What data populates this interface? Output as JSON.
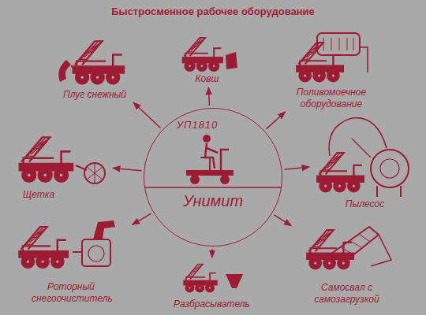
{
  "diagram": {
    "title": "Быстросменное рабочее оборудование",
    "nodes": [
      {
        "text": [
          "УП1810",
          "Унимит"
        ]
      },
      {
        "text": [
          "Плуг снежный"
        ]
      },
      {
        "text": [
          "Ковш"
        ]
      },
      {
        "text": [
          "Поливомоечное оборудование"
        ]
      },
      {
        "text": [
          "Щетка"
        ]
      },
      {
        "text": [
          "Пылесос"
        ]
      },
      {
        "text": [
          "Роторный снегоочиститель"
        ]
      },
      {
        "text": [
          "Разбрасыватель"
        ]
      },
      {
        "text": [
          "Самосвал с самозагрузкой"
        ]
      }
    ],
    "edges": [
      {
        "from": 0,
        "to": 1,
        "arrow": "to"
      },
      {
        "from": 0,
        "to": 2,
        "arrow": "to"
      },
      {
        "from": 0,
        "to": 3,
        "arrow": "to"
      },
      {
        "from": 0,
        "to": 4,
        "arrow": "to"
      },
      {
        "from": 0,
        "to": 5,
        "arrow": "to"
      },
      {
        "from": 0,
        "to": 6,
        "arrow": "to"
      },
      {
        "from": 0,
        "to": 7,
        "arrow": "to"
      },
      {
        "from": 0,
        "to": 8,
        "arrow": "to"
      }
    ]
  }
}
